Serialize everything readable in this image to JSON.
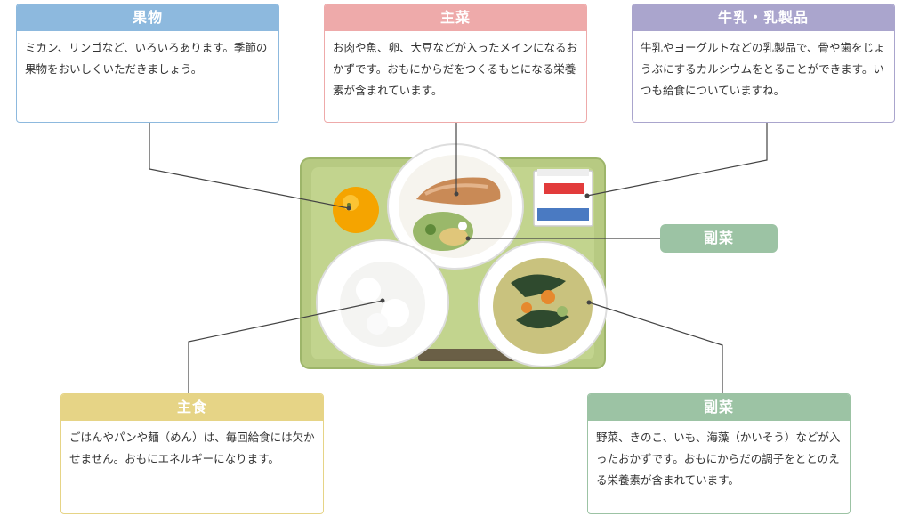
{
  "cards": {
    "fruit": {
      "title": "果物",
      "body": "ミカン、リンゴなど、いろいろあります。季節の果物をおいしくいただきましょう。"
    },
    "main": {
      "title": "主菜",
      "body": "お肉や魚、卵、大豆などが入ったメインになるおかずです。おもにからだをつくるもとになる栄養素が含まれています。"
    },
    "milk": {
      "title": "牛乳・乳製品",
      "body": "牛乳やヨーグルトなどの乳製品で、骨や歯をじょうぶにするカルシウムをとることができます。いつも給食についていますね。"
    },
    "staple": {
      "title": "主食",
      "body": "ごはんやパンや麺（めん）は、毎回給食には欠かせません。おもにエネルギーになります。"
    },
    "side2": {
      "title": "副菜",
      "body": "野菜、きのこ、いも、海藻（かいそう）などが入ったおかずです。おもにからだの調子をととのえる栄養素が含まれています。"
    }
  },
  "side_pill": {
    "label": "副菜"
  },
  "colors": {
    "fruit": "#8db9de",
    "main": "#eeaaaa",
    "milk": "#aaa5cd",
    "staple": "#e6d486",
    "side": "#9cc3a4",
    "tray": "#b7ca82",
    "leader": "#444444"
  }
}
